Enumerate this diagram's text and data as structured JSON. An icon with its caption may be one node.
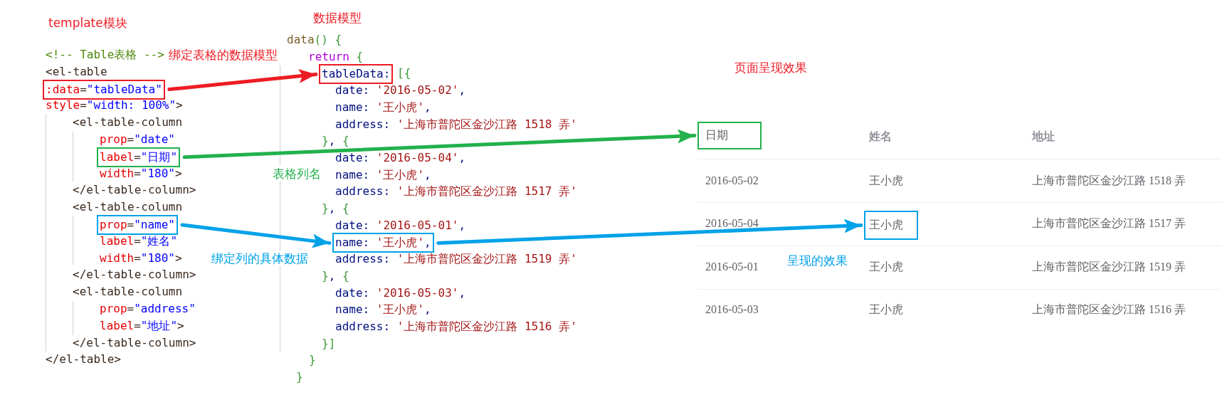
{
  "diagram": {
    "nodes": [
      {
        "text": [
          ":data=\"tableData\""
        ]
      },
      {
        "text": [
          "tableData:"
        ]
      },
      {
        "text": [
          "label=\"日期\""
        ]
      },
      {
        "text": [
          "日期"
        ]
      },
      {
        "text": [
          "prop=\"name\""
        ]
      },
      {
        "text": [
          "name: '王小虎',"
        ]
      },
      {
        "text": [
          "王小虎"
        ]
      }
    ],
    "edges": [
      {
        "from": 0,
        "to": 1,
        "arrow": "to",
        "label": "绑定表格的数据模型",
        "color": "#ed1c24"
      },
      {
        "from": 2,
        "to": 3,
        "arrow": "to",
        "label": "表格列名",
        "color": "#22b14c"
      },
      {
        "from": 4,
        "to": 5,
        "arrow": "to",
        "label": "绑定列的具体数据",
        "color": "#00a2e8"
      },
      {
        "from": 5,
        "to": 6,
        "arrow": "to",
        "label": "呈现的效果",
        "color": "#00a2e8"
      }
    ],
    "labels": [
      "template模块",
      "数据模型",
      "页面呈现效果",
      "<!-- Table表格 -->",
      "<el-table",
      "style=\"width: 100%\">",
      "<el-table-column",
      "prop=\"date\"",
      "width=\"180\">",
      "</el-table-column>",
      "<el-table-column",
      "label=\"姓名\"",
      "width=\"180\">",
      "</el-table-column>",
      "<el-table-column",
      "prop=\"address\"",
      "label=\"地址\">",
      "</el-table-column>",
      "</el-table>",
      "data() {",
      "return {",
      "[{",
      "date: '2016-05-02',",
      "name: '王小虎',",
      "address: '上海市普陀区金沙江路 1518 弄'",
      "}, {",
      "date: '2016-05-04',",
      "name: '王小虎',",
      "address: '上海市普陀区金沙江路 1517 弄'",
      "}, {",
      "date: '2016-05-01',",
      "address: '上海市普陀区金沙江路 1519 弄'",
      "}, {",
      "date: '2016-05-03',",
      "name: '王小虎',",
      "address: '上海市普陀区金沙江路 1516 弄'",
      "}]",
      "}",
      "}",
      "姓名",
      "地址",
      "2016-05-02",
      "王小虎",
      "上海市普陀区金沙江路 1518 弄",
      "2016-05-04",
      "上海市普陀区金沙江路 1517 弄",
      "2016-05-01",
      "王小虎",
      "上海市普陀区金沙江路 1519 弄",
      "2016-05-03",
      "王小虎",
      "上海市普陀区金沙江路 1516 弄"
    ]
  }
}
